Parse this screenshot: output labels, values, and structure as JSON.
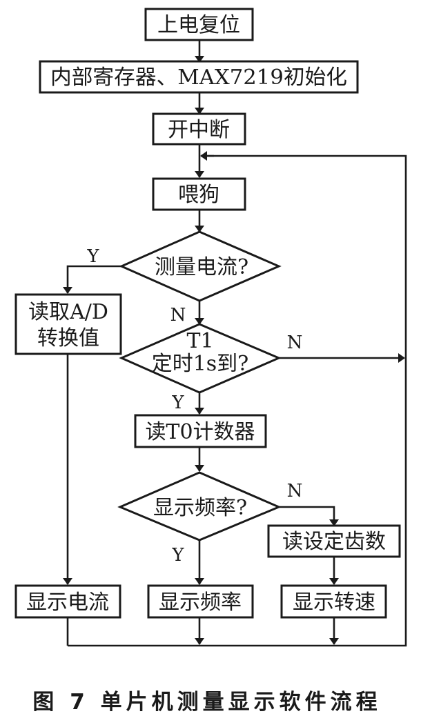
{
  "diagram": {
    "nodes": {
      "power_on_reset": "上电复位",
      "init": "内部寄存器、MAX7219初始化",
      "enable_interrupt": "开中断",
      "feed_watchdog": "喂狗",
      "measure_current_q": "测量电流?",
      "read_ad_line1": "读取A/D",
      "read_ad_line2": "转换值",
      "t1_timer_q_line1": "T1",
      "t1_timer_q_line2": "定时1s到?",
      "read_t0_counter": "读T0计数器",
      "display_freq_q": "显示频率?",
      "read_set_teeth": "读设定齿数",
      "display_current": "显示电流",
      "display_frequency": "显示频率",
      "display_speed": "显示转速"
    },
    "edge_labels": {
      "measure_current_yes": "Y",
      "measure_current_no": "N",
      "t1_no": "N",
      "t1_yes": "Y",
      "display_freq_no": "N",
      "display_freq_yes": "Y"
    },
    "caption": "图 7  单片机测量显示软件流程"
  }
}
